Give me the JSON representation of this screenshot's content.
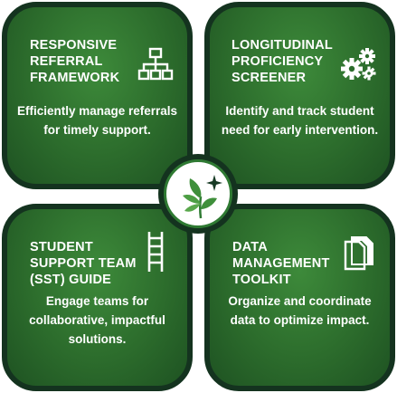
{
  "cards": [
    {
      "title": "RESPONSIVE REFERRAL FRAMEWORK",
      "description": "Efficiently manage referrals for timely support.",
      "icon": "hierarchy-icon"
    },
    {
      "title": "LONGITUDINAL PROFICIENCY SCREENER",
      "description": "Identify and track student need for early intervention.",
      "icon": "gears-icon"
    },
    {
      "title": "STUDENT SUPPORT TEAM (SST) GUIDE",
      "description": "Engage teams for collaborative, impactful solutions.",
      "icon": "ladder-icon"
    },
    {
      "title": "DATA MANAGEMENT TOOLKIT",
      "description": "Organize and coordinate data to optimize impact.",
      "icon": "documents-icon"
    }
  ],
  "logo": {
    "icon": "sprout-sparkle-icon"
  },
  "colors": {
    "card_green": "#2c6c2c",
    "card_border": "#14331f",
    "logo_leaf": "#3f8f3b",
    "text": "#ffffff"
  }
}
